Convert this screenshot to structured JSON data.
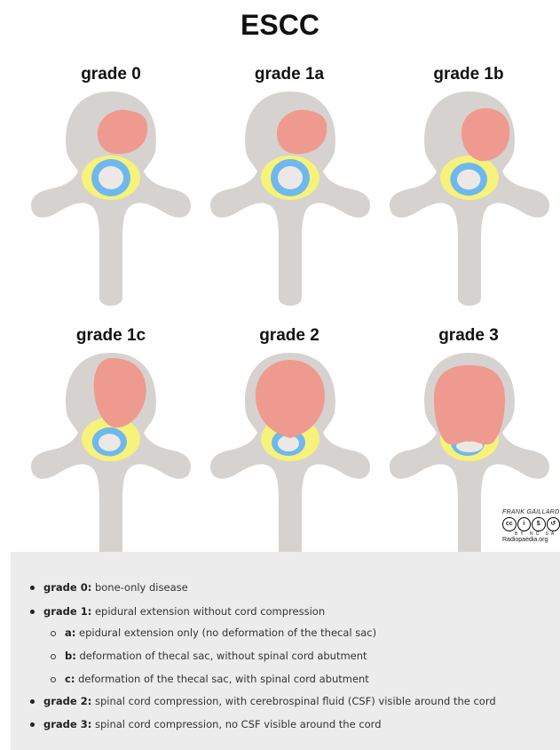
{
  "title": "ESCC",
  "grades": [
    {
      "label": "grade 0",
      "tumor": "small",
      "indent": 0
    },
    {
      "label": "grade 1a",
      "tumor": "small",
      "indent": 0
    },
    {
      "label": "grade 1b",
      "tumor": "touch",
      "indent": 0.4
    },
    {
      "label": "grade 1c",
      "tumor": "medium",
      "indent": 0.8
    },
    {
      "label": "grade 2",
      "tumor": "large",
      "indent": 1
    },
    {
      "label": "grade 3",
      "tumor": "full",
      "indent": 1
    }
  ],
  "colors": {
    "bone": "#d6d2cf",
    "tumor": "#ef9a8f",
    "epidural": "#f6f27a",
    "thecal_sac": "#6fb8ee",
    "cord": "#ece8e5"
  },
  "credit": {
    "author": "FRANK GAILLARD",
    "license": "BY NC SA",
    "site": "Radiopaedia.org"
  },
  "legend": {
    "g0_label": "grade 0:",
    "g0_text": " bone-only disease",
    "g1_label": "grade 1:",
    "g1_text": " epidural extension without cord compression",
    "g1a_label": "a:",
    "g1a_text": " epidural extension only (no deformation of the thecal sac)",
    "g1b_label": "b:",
    "g1b_text": " deformation of thecal sac, without spinal cord abutment",
    "g1c_label": "c:",
    "g1c_text": " deformation of the thecal sac, with spinal cord abutment",
    "g2_label": "grade 2:",
    "g2_text": " spinal cord compression, with cerebrospinal fluid (CSF) visible around the cord",
    "g3_label": "grade 3:",
    "g3_text": " spinal cord compression, no CSF visible around the cord"
  }
}
